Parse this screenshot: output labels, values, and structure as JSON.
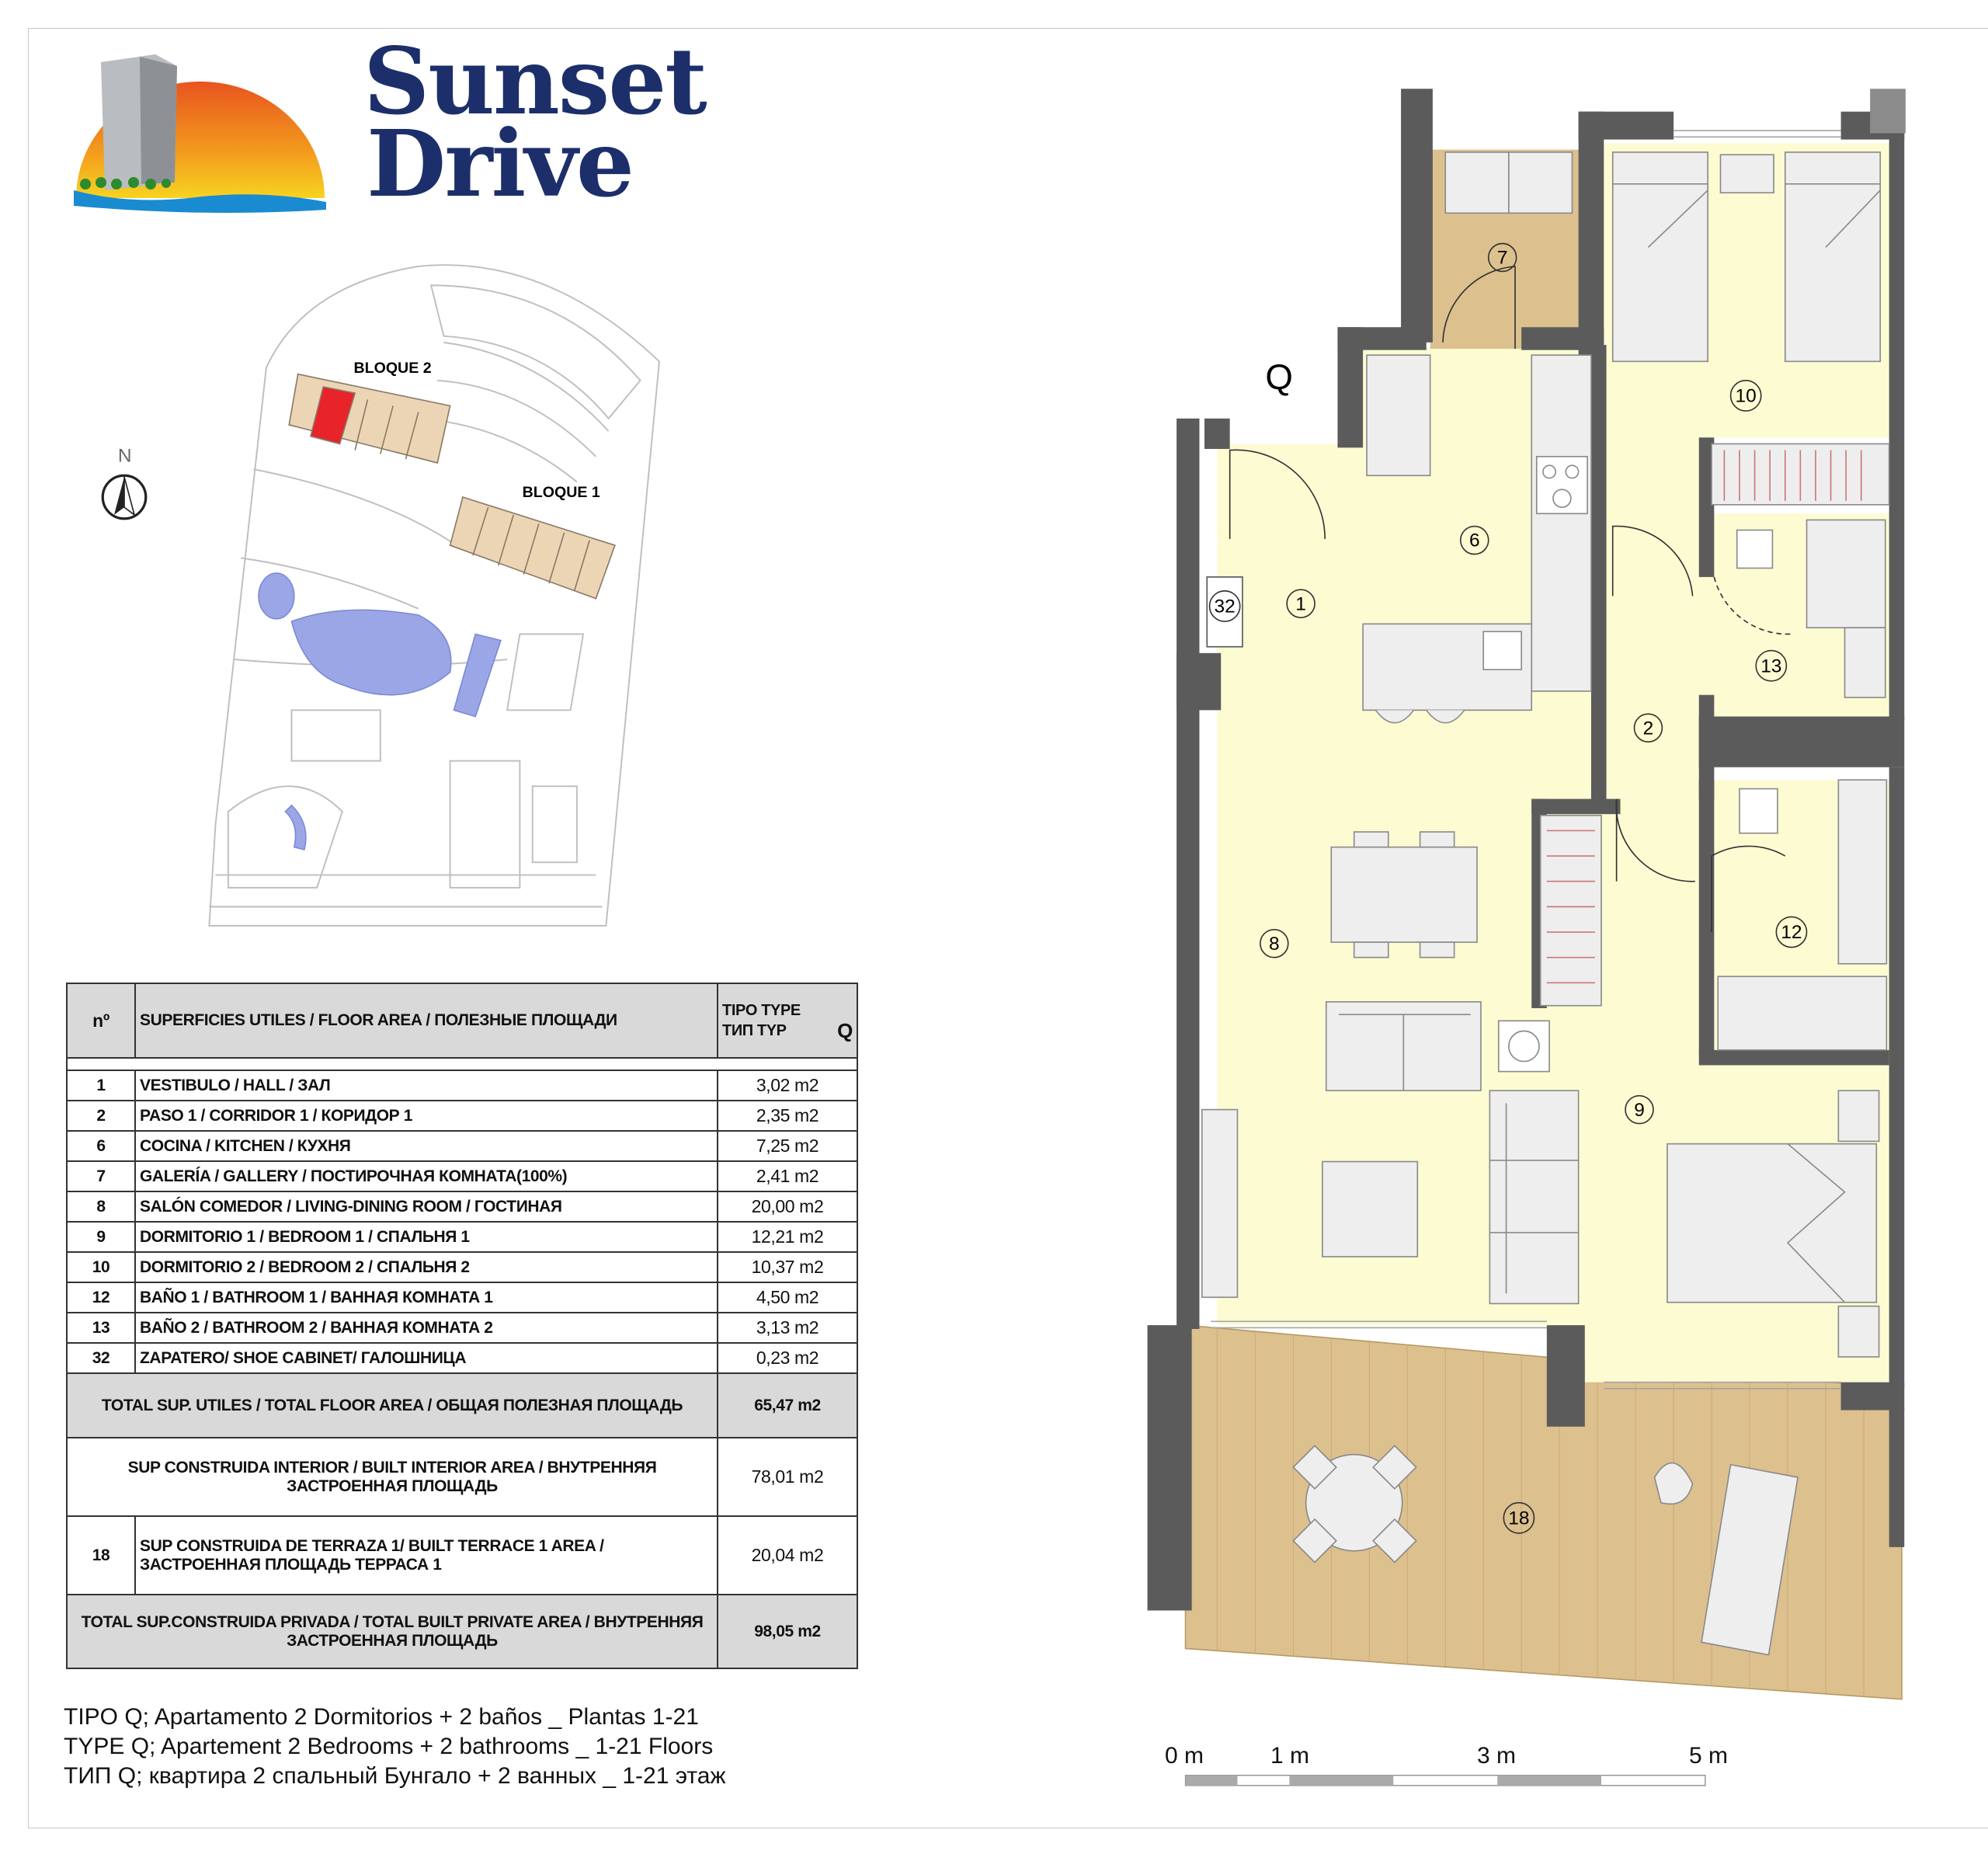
{
  "logo": {
    "line1": "Sunset",
    "line2": "Drive"
  },
  "site_plan": {
    "north_label": "N",
    "block2_label": "BLOQUE 2",
    "block1_label": "BLOQUE 1"
  },
  "table": {
    "header": {
      "no": "nº",
      "title": "SUPERFICIES UTILES / FLOOR AREA / ПОЛЕЗНЫЕ ПЛОЩАДИ",
      "type_line1": "TIPO TYPE",
      "type_line2": "ТИП TYP",
      "type_value": "Q"
    },
    "rows": [
      {
        "no": "1",
        "name": "VESTIBULO / HALL / ЗАЛ",
        "area": "3,02 m2"
      },
      {
        "no": "2",
        "name": "PASO 1 / CORRIDOR 1 / КОРИДОР 1",
        "area": "2,35 m2"
      },
      {
        "no": "6",
        "name": "COCINA / KITCHEN / КУХНЯ",
        "area": "7,25 m2"
      },
      {
        "no": "7",
        "name": "GALERÍA / GALLERY / ПОСТИРОЧНАЯ КОМНАТА(100%)",
        "area": "2,41 m2"
      },
      {
        "no": "8",
        "name": "SALÓN COMEDOR  / LIVING-DINING ROOM / ГОСТИНАЯ",
        "area": "20,00 m2"
      },
      {
        "no": "9",
        "name": "DORMITORIO 1 / BEDROOM 1 / СПАЛЬНЯ 1",
        "area": "12,21 m2"
      },
      {
        "no": "10",
        "name": "DORMITORIO 2 / BEDROOM 2 / СПАЛЬНЯ 2",
        "area": "10,37 m2"
      },
      {
        "no": "12",
        "name": "BAÑO 1 / BATHROOM 1 / ВАННАЯ КОМНАТА 1",
        "area": "4,50 m2"
      },
      {
        "no": "13",
        "name": "BAÑO 2 / BATHROOM 2 / ВАННАЯ КОМНАТА 2",
        "area": "3,13 m2"
      },
      {
        "no": "32",
        "name": "ZAPATERO/ SHOE CABINET/ ГАЛОШНИЦА",
        "area": "0,23 m2"
      }
    ],
    "total_useful": {
      "label": "TOTAL SUP. UTILES / TOTAL FLOOR AREA / ОБЩАЯ ПОЛЕЗНАЯ ПЛОЩАДЬ",
      "area": "65,47 m2"
    },
    "built_interior": {
      "label": "SUP CONSTRUIDA INTERIOR / BUILT INTERIOR AREA / ВНУТРЕННЯЯ ЗАСТРОЕННАЯ  ПЛОЩАДЬ",
      "area": "78,01 m2"
    },
    "terrace": {
      "no": "18",
      "label": "SUP CONSTRUIDA  DE TERRAZA 1/ BUILT TERRACE 1 AREA / ЗАСТРОЕННАЯ ПЛОЩАДЬ ТЕРРАСА 1",
      "area": "20,04 m2"
    },
    "total_built": {
      "label": "TOTAL SUP.CONSTRUIDA PRIVADA / TOTAL  BUILT PRIVATE AREA / ВНУТРЕННЯЯ ЗАСТРОЕННАЯ ПЛОЩАДЬ",
      "area": "98,05 m2"
    }
  },
  "footer": [
    "TIPO Q; Apartamento 2 Dormitorios + 2 baños _ Plantas 1-21",
    "TYPE Q; Apartement 2 Bedrooms + 2 bathrooms _ 1-21 Floors",
    "ТИП Q; квартира 2 спальный Бунгало + 2 ванных _ 1-21 этаж"
  ],
  "plan": {
    "type_label": "Q",
    "rooms": {
      "r1": "1",
      "r2": "2",
      "r6": "6",
      "r7": "7",
      "r8": "8",
      "r9": "9",
      "r10": "10",
      "r12": "12",
      "r13": "13",
      "r18": "18",
      "r32": "32"
    }
  },
  "scale": {
    "s0": "0 m",
    "s1": "1 m",
    "s3": "3 m",
    "s5": "5 m"
  },
  "colors": {
    "brand": "#1c2f6b",
    "room_fill": "#fdfbd2",
    "wall": "#5b5b5b",
    "terrace": "#dcc08e",
    "table_header": "#d9d9d9"
  }
}
